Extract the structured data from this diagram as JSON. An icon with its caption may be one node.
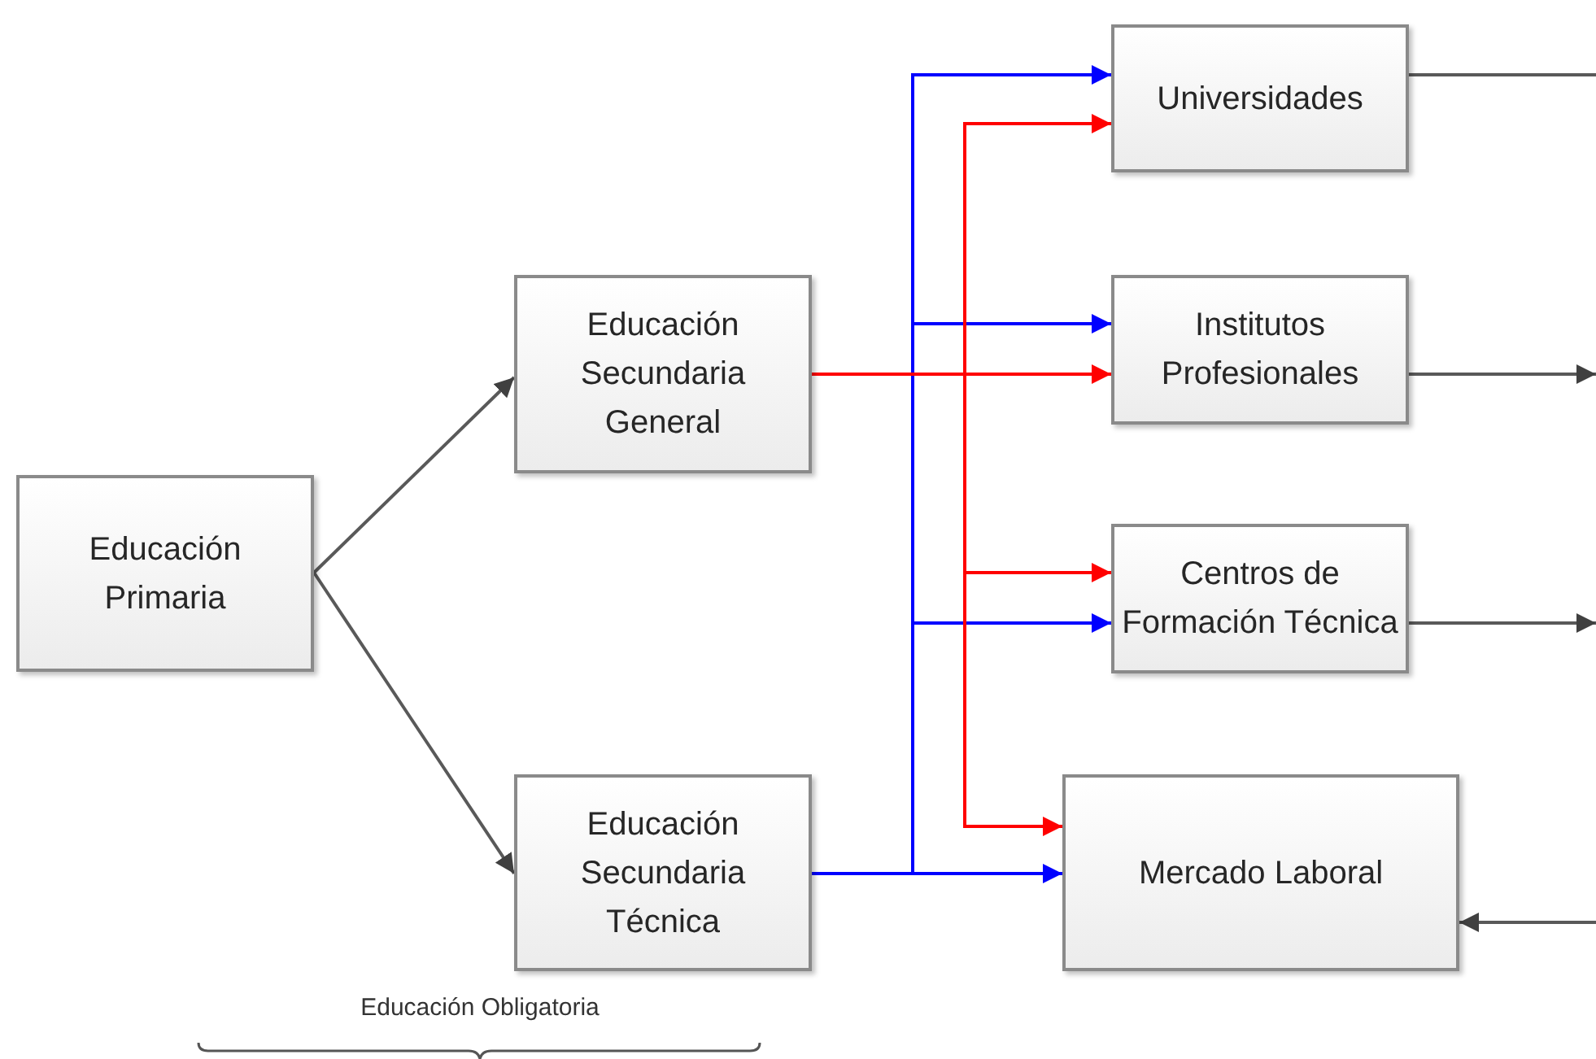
{
  "diagram": {
    "nodes": [
      {
        "text": [
          "Educación Primaria"
        ]
      },
      {
        "text": [
          "Educación Secundaria General"
        ]
      },
      {
        "text": [
          "Educación Secundaria Técnica"
        ]
      },
      {
        "text": [
          "Universidades"
        ]
      },
      {
        "text": [
          "Institutos Profesionales"
        ]
      },
      {
        "text": [
          "Centros de Formación Técnica"
        ]
      },
      {
        "text": [
          "Mercado Laboral"
        ]
      }
    ],
    "edges": [
      {
        "from": 0,
        "to": 1,
        "arrow": "to"
      },
      {
        "from": 0,
        "to": 2,
        "arrow": "to"
      },
      {
        "from": 2,
        "to": 3,
        "arrow": "to",
        "color": "#0000ff"
      },
      {
        "from": 2,
        "to": 4,
        "arrow": "to",
        "color": "#0000ff"
      },
      {
        "from": 2,
        "to": 5,
        "arrow": "to",
        "color": "#0000ff"
      },
      {
        "from": 2,
        "to": 6,
        "arrow": "to",
        "color": "#0000ff"
      },
      {
        "from": 1,
        "to": 3,
        "arrow": "to",
        "color": "#ff0000"
      },
      {
        "from": 1,
        "to": 4,
        "arrow": "to",
        "color": "#ff0000"
      },
      {
        "from": 1,
        "to": 5,
        "arrow": "to",
        "color": "#ff0000"
      },
      {
        "from": 1,
        "to": 6,
        "arrow": "to",
        "color": "#ff0000"
      },
      {
        "from": 3,
        "to": null,
        "arrow": "none"
      },
      {
        "from": 4,
        "to": null,
        "arrow": "to"
      },
      {
        "from": 5,
        "to": null,
        "arrow": "to"
      },
      {
        "from": null,
        "to": 6,
        "arrow": "to"
      }
    ],
    "labels": [
      "Educación Obligatoria"
    ]
  }
}
